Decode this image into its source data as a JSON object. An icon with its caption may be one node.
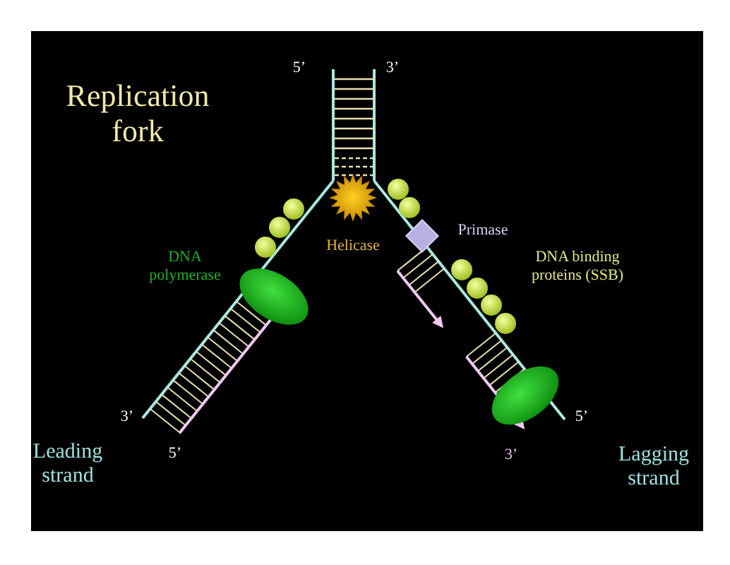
{
  "diagram": {
    "title": "Replication fork",
    "labels": [
      "5’",
      "3’",
      "Primase",
      "Helicase",
      "DNA polymerase",
      "DNA binding proteins (SSB)",
      "3’",
      "5’",
      "5’",
      "3’",
      "Leading strand",
      "Lagging strand"
    ]
  }
}
